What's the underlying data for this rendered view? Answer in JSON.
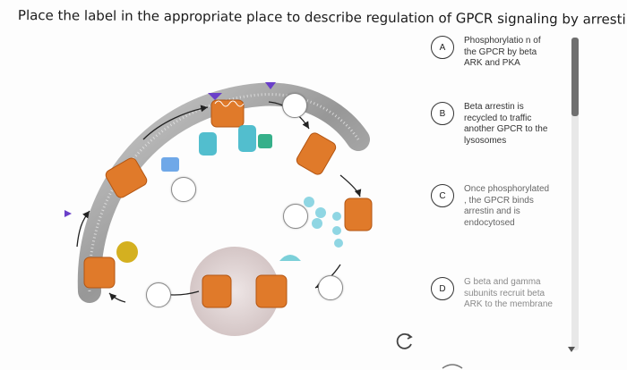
{
  "question": {
    "title": "Place the label in the appropriate place to describe regulation of GPCR signaling by arrestin."
  },
  "labels": [
    {
      "letter": "A",
      "text": "Phosphorylatio n of the GPCR by beta ARK and PKA"
    },
    {
      "letter": "B",
      "text": "Beta arrestin is recycled to traffic another GPCR to the lysosomes"
    },
    {
      "letter": "C",
      "text": "Once phosphorylated , the GPCR binds arrestin and is endocytosed"
    },
    {
      "letter": "D",
      "text": "G beta and gamma subunits recruit beta ARK to the membrane"
    }
  ],
  "icons": {
    "reset": "refresh-icon",
    "scroll": "chevron-down-icon"
  },
  "colors": {
    "membrane": "#8c8c8c",
    "receptor": "#e07a2a",
    "arrestin": "#3fb7c9",
    "g_beta_gamma": "#36b08a",
    "ligand": "#6a3fc9",
    "vesicle": "#d6c7c7",
    "scroll_thumb": "#6f6f6f"
  }
}
